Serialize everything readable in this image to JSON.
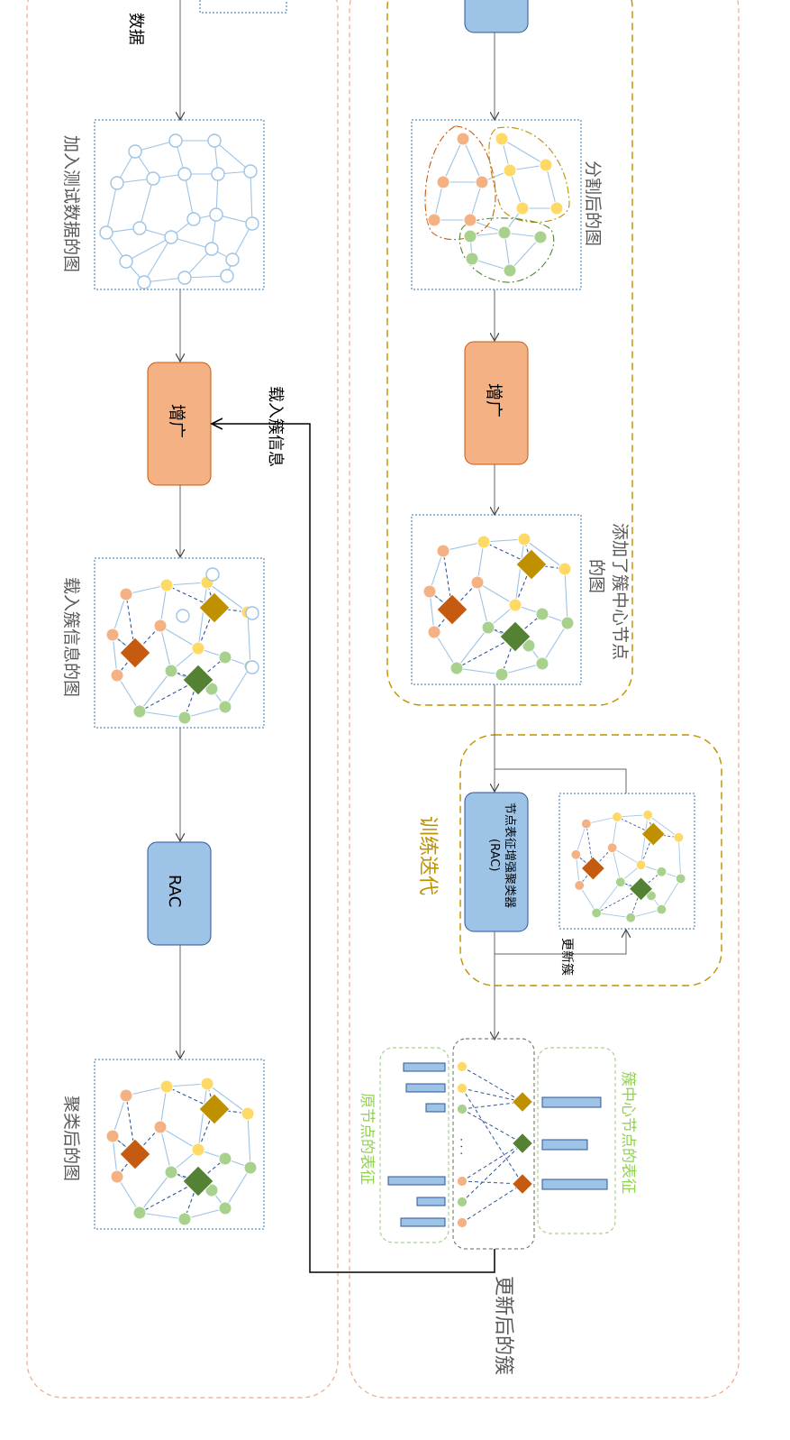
{
  "labels": {
    "test_data_tail": "数据",
    "graph_with_test_data": "加入测试数据的图",
    "augment_left": "增广",
    "load_cluster_info": "载入簇信息",
    "graph_loaded_cluster_info": "载入簇信息的图",
    "rac_box": "RAC",
    "clustered_graph": "聚类后的图",
    "segmented_graph": "分割后的图",
    "augment_right": "增广",
    "graph_with_centers_1": "添加了簇中心节点",
    "graph_with_centers_2": "的图",
    "training_iteration": "训练迭代",
    "rac_full_1": "节点表征增强聚类器",
    "rac_full_2": "(RAC)",
    "update_label": "更新簇",
    "original_node_repr": "原节点的表征",
    "center_node_repr": "簇中心节点的表征",
    "updated_clusters": "更新后的簇",
    "ellipsis": "· · ·"
  },
  "colors": {
    "orange_box": "#f4b183",
    "blue_box": "#9dc3e6",
    "gold_border": "#bf9000",
    "salmon_border": "#f4a58a",
    "node_orange": "#f4b183",
    "node_yellow": "#ffd966",
    "node_green": "#a9d18e",
    "diamond_orange": "#c55a11",
    "diamond_gold": "#bf9000",
    "diamond_green": "#548235",
    "edge_blue": "#9dc3e6",
    "label_green": "#92d050"
  }
}
